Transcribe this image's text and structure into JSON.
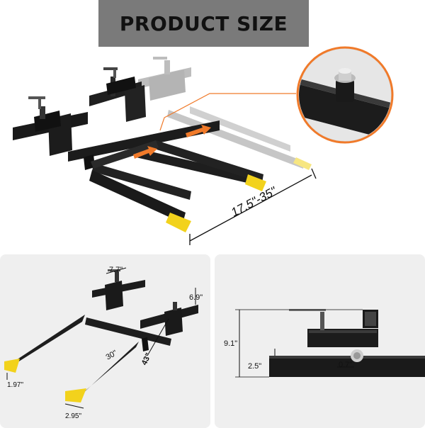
{
  "banner": {
    "title": "PRODUCT SIZE"
  },
  "top": {
    "width_range": "17.5\"-35\""
  },
  "bottom_left": {
    "carriage_width": "7.7\"",
    "carriage_height": "6.9\"",
    "fork_length": "43\"",
    "crossbar": "30\"",
    "fork_thickness": "1.97\"",
    "fork_width": "2.95\""
  },
  "bottom_right": {
    "total_height": "9.1\"",
    "gap_height": "2.5\"",
    "pin_size": "0.7\""
  },
  "colors": {
    "banner": "#7a7a7a",
    "steel": "#1d1d1d",
    "tip": "#f2d21c",
    "arrow": "#f07a2a",
    "panel": "#efefef"
  }
}
